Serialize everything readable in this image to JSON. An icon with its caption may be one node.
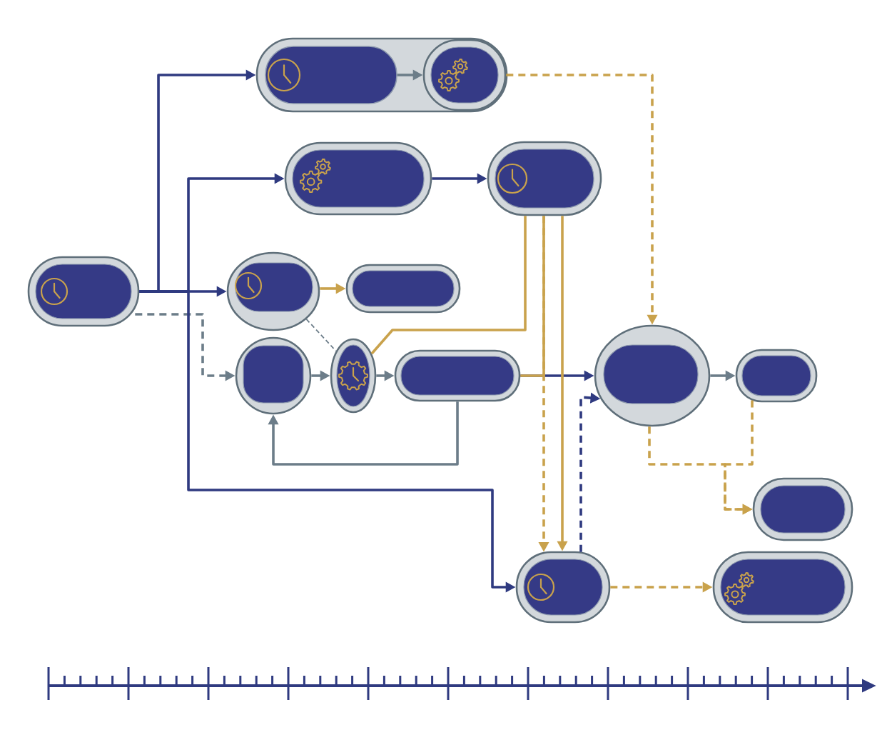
{
  "diagram": {
    "nodes": [
      {
        "text": [],
        "shape": "pill"
      },
      {
        "text": [],
        "shape": "pill"
      },
      {
        "text": [],
        "shape": "pill",
        "in": 1
      },
      {
        "text": [],
        "shape": "pill",
        "in": 1
      },
      {
        "text": [],
        "shape": "pill"
      },
      {
        "text": [],
        "shape": "pill"
      },
      {
        "text": [],
        "shape": "circle"
      },
      {
        "text": [],
        "shape": "pill"
      },
      {
        "text": [],
        "shape": "circle"
      },
      {
        "text": [],
        "shape": "circle"
      },
      {
        "text": [],
        "shape": "pill"
      },
      {
        "text": [],
        "shape": "circle"
      },
      {
        "text": [],
        "shape": "pill"
      },
      {
        "text": [],
        "shape": "pill"
      },
      {
        "text": [],
        "shape": "pill"
      },
      {
        "text": [],
        "shape": "pill"
      }
    ],
    "edges": [
      {
        "from": 0,
        "to": 1,
        "arrow": "to",
        "color": "#2f3a80"
      },
      {
        "from": 0,
        "to": 4,
        "arrow": "to",
        "color": "#2f3a80"
      },
      {
        "from": 0,
        "to": 6,
        "arrow": "to",
        "color": "#2f3a80"
      },
      {
        "from": 0,
        "to": 8,
        "arrow": "to",
        "style": "dashed",
        "color": "#6c7d89"
      },
      {
        "from": 0,
        "to": 14,
        "arrow": "to",
        "color": "#2f3a80"
      },
      {
        "from": 2,
        "to": 3,
        "arrow": "to",
        "color": "#6c7d89"
      },
      {
        "from": 4,
        "to": 5,
        "arrow": "to",
        "color": "#2f3a80"
      },
      {
        "from": 3,
        "to": 11,
        "arrow": "to",
        "style": "dashed"
      },
      {
        "from": 6,
        "to": 7,
        "arrow": "to"
      },
      {
        "from": 6,
        "to": 9,
        "arrow": "none",
        "style": "dashed",
        "color": "#6c7d89"
      },
      {
        "from": 8,
        "to": 9,
        "arrow": "to",
        "color": "#6c7d89"
      },
      {
        "from": 9,
        "to": 10,
        "arrow": "to",
        "color": "#6c7d89"
      },
      {
        "from": 10,
        "to": 8,
        "arrow": "to",
        "color": "#6c7d89"
      },
      {
        "from": 5,
        "to": 9,
        "arrow": "none"
      },
      {
        "from": 10,
        "to": 11,
        "arrow": "to",
        "color": "#2f3a80"
      },
      {
        "from": 5,
        "to": 14,
        "arrow": "to",
        "style": "dashed"
      },
      {
        "from": 10,
        "to": 5,
        "arrow": "none"
      },
      {
        "from": 5,
        "to": 14,
        "arrow": "to"
      },
      {
        "from": 14,
        "to": 11,
        "arrow": "to",
        "style": "dashed",
        "color": "#2f3a80"
      },
      {
        "from": 11,
        "to": 12,
        "arrow": "to",
        "color": "#6c7d89"
      },
      {
        "from": 11,
        "to": 13,
        "arrow": "to",
        "style": "dashed"
      },
      {
        "from": 12,
        "to": 13,
        "arrow": "to",
        "style": "dashed"
      },
      {
        "from": 14,
        "to": 15,
        "arrow": "to",
        "style": "dashed"
      }
    ]
  }
}
